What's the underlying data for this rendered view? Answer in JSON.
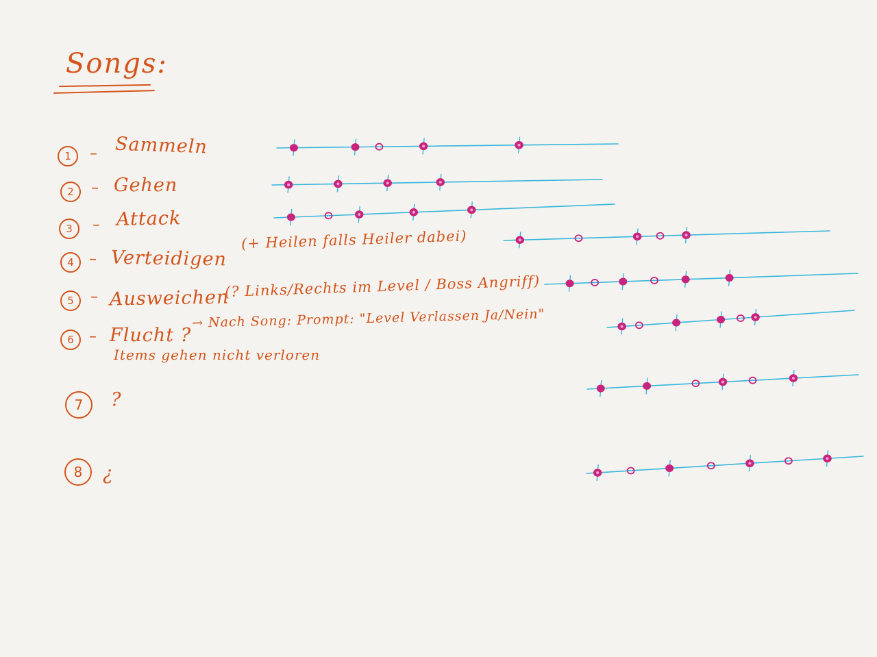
{
  "title": "Songs:",
  "items": [
    {
      "num": "1",
      "label": "Sammeln",
      "note": ""
    },
    {
      "num": "2",
      "label": "Gehen",
      "note": ""
    },
    {
      "num": "3",
      "label": "Attack",
      "note": ""
    },
    {
      "num": "4",
      "label": "Verteidigen",
      "note": "(+ Heilen falls Heiler dabei)"
    },
    {
      "num": "5",
      "label": "Ausweichen",
      "note": "(? Links/Rechts im Level / Boss Angriff)"
    },
    {
      "num": "6",
      "label": "Flucht ?",
      "note": "→ Nach Song: Prompt: \"Level Verlassen Ja/Nein\"",
      "note2": "Items gehen nicht verloren"
    },
    {
      "num": "7",
      "label": "?",
      "note": ""
    },
    {
      "num": "8",
      "label": "¿",
      "note": ""
    }
  ],
  "colors": {
    "ink": "#d4541c",
    "lane": "#36b6dc",
    "beat": "#c8247e",
    "paper": "#f4f3ef"
  },
  "rhythm_lanes": [
    {
      "item": "1",
      "beats": [
        {
          "pos": 0.05,
          "note": "filled",
          "tick": true
        },
        {
          "pos": 0.23,
          "note": "filled",
          "tick": true
        },
        {
          "pos": 0.3,
          "note": "open",
          "tick": false
        },
        {
          "pos": 0.43,
          "note": "ring",
          "tick": true
        },
        {
          "pos": 0.71,
          "note": "ring",
          "tick": true
        }
      ]
    },
    {
      "item": "2",
      "beats": [
        {
          "pos": 0.05,
          "note": "ring",
          "tick": true
        },
        {
          "pos": 0.2,
          "note": "ring",
          "tick": true
        },
        {
          "pos": 0.35,
          "note": "ring",
          "tick": true
        },
        {
          "pos": 0.51,
          "note": "ring",
          "tick": true
        }
      ]
    },
    {
      "item": "3",
      "beats": [
        {
          "pos": 0.05,
          "note": "filled",
          "tick": true
        },
        {
          "pos": 0.16,
          "note": "open",
          "tick": false
        },
        {
          "pos": 0.25,
          "note": "ring",
          "tick": true
        },
        {
          "pos": 0.41,
          "note": "ring",
          "tick": true
        },
        {
          "pos": 0.58,
          "note": "ring",
          "tick": true
        }
      ]
    },
    {
      "item": "4",
      "beats": [
        {
          "pos": 0.05,
          "note": "ring",
          "tick": true
        },
        {
          "pos": 0.23,
          "note": "open",
          "tick": false
        },
        {
          "pos": 0.41,
          "note": "ring",
          "tick": true
        },
        {
          "pos": 0.48,
          "note": "open",
          "tick": false
        },
        {
          "pos": 0.56,
          "note": "ring",
          "tick": true
        }
      ]
    },
    {
      "item": "5",
      "beats": [
        {
          "pos": 0.08,
          "note": "filled",
          "tick": true
        },
        {
          "pos": 0.16,
          "note": "open",
          "tick": false
        },
        {
          "pos": 0.25,
          "note": "filled",
          "tick": true
        },
        {
          "pos": 0.35,
          "note": "open",
          "tick": false
        },
        {
          "pos": 0.45,
          "note": "filled",
          "tick": true
        },
        {
          "pos": 0.59,
          "note": "filled",
          "tick": true
        }
      ]
    },
    {
      "item": "6",
      "beats": [
        {
          "pos": 0.06,
          "note": "ring",
          "tick": true
        },
        {
          "pos": 0.13,
          "note": "open",
          "tick": false
        },
        {
          "pos": 0.28,
          "note": "filled",
          "tick": true
        },
        {
          "pos": 0.46,
          "note": "filled",
          "tick": true
        },
        {
          "pos": 0.54,
          "note": "open",
          "tick": false
        },
        {
          "pos": 0.6,
          "note": "ring",
          "tick": true
        }
      ]
    },
    {
      "item": "7",
      "beats": [
        {
          "pos": 0.05,
          "note": "filled",
          "tick": true
        },
        {
          "pos": 0.22,
          "note": "filled",
          "tick": true
        },
        {
          "pos": 0.4,
          "note": "open",
          "tick": false
        },
        {
          "pos": 0.5,
          "note": "ring",
          "tick": true
        },
        {
          "pos": 0.61,
          "note": "open",
          "tick": false
        },
        {
          "pos": 0.76,
          "note": "ring",
          "tick": true
        }
      ]
    },
    {
      "item": "8",
      "beats": [
        {
          "pos": 0.04,
          "note": "ring",
          "tick": true
        },
        {
          "pos": 0.16,
          "note": "open",
          "tick": false
        },
        {
          "pos": 0.3,
          "note": "filled",
          "tick": true
        },
        {
          "pos": 0.45,
          "note": "open",
          "tick": false
        },
        {
          "pos": 0.59,
          "note": "ring",
          "tick": true
        },
        {
          "pos": 0.73,
          "note": "open",
          "tick": false
        },
        {
          "pos": 0.87,
          "note": "ring",
          "tick": true
        }
      ]
    }
  ]
}
